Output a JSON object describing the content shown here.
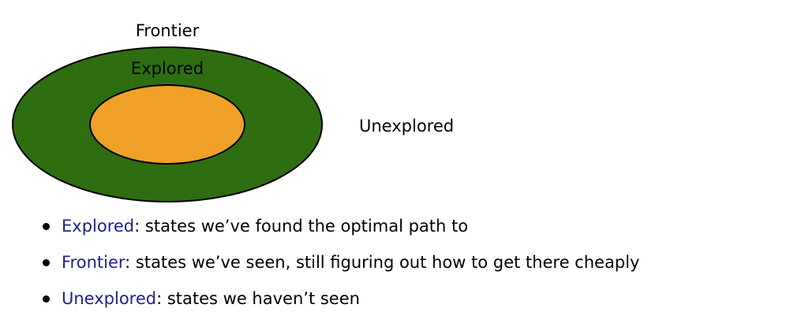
{
  "colors": {
    "explored_fill": "#f0a127",
    "frontier_fill": "#2e6e10",
    "outline": "#000000",
    "term_text": "#1f1f8f"
  },
  "diagram": {
    "frontier_label": "Frontier",
    "explored_label": "Explored",
    "unexplored_label": "Unexplored"
  },
  "bullets": [
    {
      "term": "Explored",
      "text": ": states we’ve found the optimal path to"
    },
    {
      "term": "Frontier",
      "text": ": states we’ve seen, still figuring out how to get there cheaply"
    },
    {
      "term": "Unexplored",
      "text": ": states we haven’t seen"
    }
  ]
}
